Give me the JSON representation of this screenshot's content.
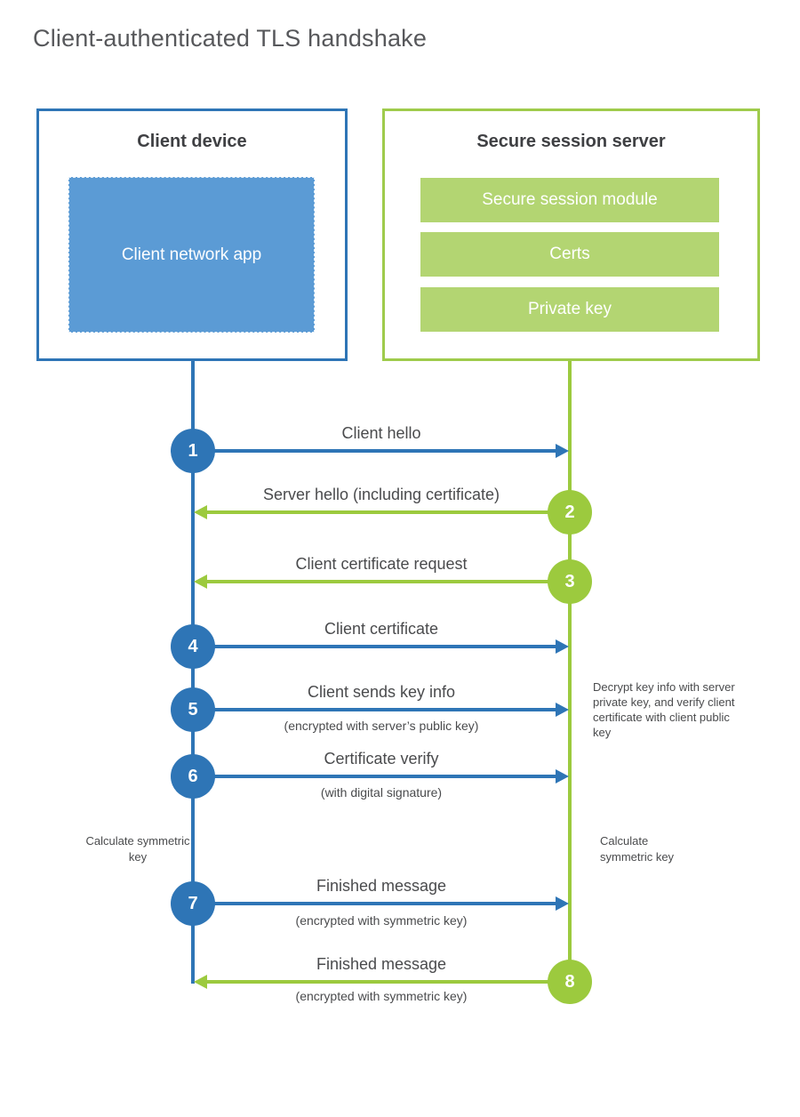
{
  "title": "Client-authenticated TLS handshake",
  "colors": {
    "blue_primary": "#2E75B6",
    "blue_fill": "#5B9BD5",
    "green_primary": "#9CCA3E",
    "green_fill": "#B3D572",
    "text_dark": "#3F4043",
    "text_label": "#4A4B4D",
    "title_gray": "#57585B"
  },
  "client_box": {
    "title": "Client device",
    "inner_label": "Client network app"
  },
  "server_box": {
    "title": "Secure session server",
    "modules": [
      "Secure session module",
      "Certs",
      "Private key"
    ]
  },
  "steps": [
    {
      "number": "1",
      "label": "Client hello",
      "direction": "right",
      "actor": "client"
    },
    {
      "number": "2",
      "label": "Server hello (including certificate)",
      "direction": "left",
      "actor": "server"
    },
    {
      "number": "3",
      "label": "Client certificate request",
      "direction": "left",
      "actor": "server"
    },
    {
      "number": "4",
      "label": "Client certificate",
      "direction": "right",
      "actor": "client"
    },
    {
      "number": "5",
      "label": "Client sends key info",
      "sublabel": "(encrypted with server’s public key)",
      "direction": "right",
      "actor": "client"
    },
    {
      "number": "6",
      "label": "Certificate verify",
      "sublabel": "(with digital signature)",
      "direction": "right",
      "actor": "client"
    },
    {
      "number": "7",
      "label": "Finished message",
      "sublabel": "(encrypted with symmetric key)",
      "direction": "right",
      "actor": "client"
    },
    {
      "number": "8",
      "label": "Finished message",
      "sublabel": "(encrypted with symmetric key)",
      "direction": "left",
      "actor": "server"
    }
  ],
  "notes": {
    "decrypt": "Decrypt key info with server private key, and verify client certificate with client public key",
    "calculate_left": "Calculate symmetric key",
    "calculate_right": "Calculate symmetric key"
  }
}
